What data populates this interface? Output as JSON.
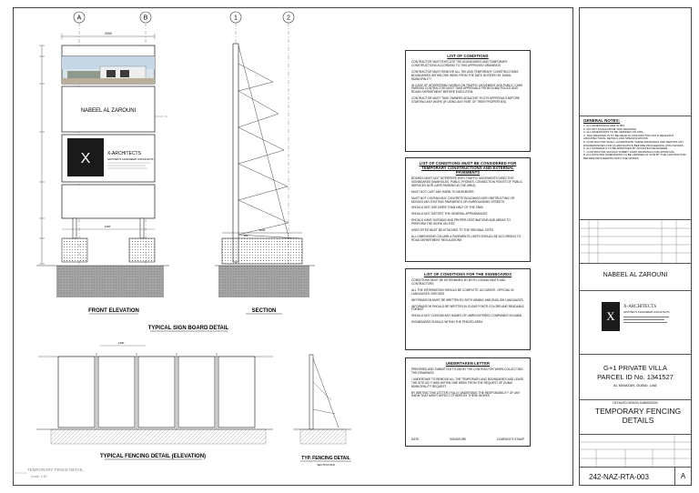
{
  "grid": {
    "a": "A",
    "b": "B",
    "n1": "1",
    "n2": "2"
  },
  "sign": {
    "owner": "NABEEL AL ZAROUNI",
    "brand": "X-ARCHITECTS",
    "brand_sub": "ARCHITECTS & ENGINEERS CONSULTANTS",
    "logo_letter": "X"
  },
  "labels": {
    "front_elevation": "FRONT  ELEVATION",
    "section": "SECTION",
    "typical_sign": "TYPICAL SIGN BOARD DETAIL",
    "fencing_elev": "TYPICAL FENCING DETAIL (ELEVATION)",
    "typ_fencing": "TYP. FENCING DETAIL",
    "section_ref": "SECTION B-B",
    "temp_fence": "TEMPORARY FENCE DETAIL",
    "scale": "Scale: 1:50"
  },
  "dims": {
    "d_top": "2000",
    "d_a": "1400",
    "d_b": "2000",
    "d_c": "500"
  },
  "boxes": {
    "conditions": {
      "title": "LIST OF CONDITIONS",
      "paras": [
        "CONTRACTOR MUST EXECUTE THE BOUNDARIES AND TEMPORARY CONSTRUCTIONS ACCORDING TO THIS APPROVED DRAWINGS",
        "CONTRACTOR MUST REMOVE ALL THE AND TEMPORARY CONSTRUCTIONS BOUNDARIES WITHIN ONE WEEK FROM THE DATE NOTIFIED BY DUBAI MUNICIPALITY",
        "IN CASE OF INTERFERING WORKS ON TRAFFIC MOVEMENT AND PUBLIC CARS PARKING CONTRACTOR MUST TAKE APPROVALS FROM DUBAI POLICE AND ROADS DEPARTMENT BEFORE EXECUTION",
        "CONTRACTOR MUST TAKE OWNERS ADJACENT PLOTS APPROVALS BEFORE STARTING ANY WORK (IF USING ANY PART OF THEIR PROPERTIES)"
      ]
    },
    "temporary": {
      "title": "LIST OF CONDITIONS MUST BE CONSIDERED FOR TEMPORARY CONSTRUCTIONS AND EXTERNAL PAVEMENTS",
      "paras": [
        "BOARDS MUST NOT INTERFERE WITH TRAFFIC MOVEMENTS DIRECTIVE SIGNBOARDS (MANHOLES, PUBLIC PHONES, CONNECTION POINTS OF PUBLIC SERVICES NOR CARS PARKING IN THE AREA)",
        "MUST NOT CAST ANY HARM TO NEIGHBORS",
        "MUST NOT CONTAIN ANY CONCRETE BUILDINGS NOR OBSTRUCTING OR MOVING ANY EXISTING PAVEMENTS OR SURROUNDING STREETS",
        "SHOULD NOT USE MORE THAN HALF OF THE SIWA",
        "SHOULD NOT DISTORT THE GENERAL APPEARANCES",
        "SHOULD HAVE SUITABLE AND PROPER DESTINATIONS AND AREAS TO PERFORM THE WORK ON SITE",
        "USED SITES MUST BE ATTACHED TO THE ORIGINAL SITES",
        "ALL DIMENSIONS COLUMN & PAVEMENTS LIMITS SHOULD BE ACCORDING TO ROAD DEPARTMENT REGULATIONS"
      ]
    },
    "signage": {
      "title": "LIST OF CONDITIONS FOR THE SIGNBOARDS",
      "paras": [
        "CONDITIONS MUST BE DETERMINED BY BOTH CONSULTANTS AND CONTRACTORS",
        "ALL THE INFORMATION SHOULD BE COMPLETE, ACCURATE, OFFICIAL IN LANGUAGES CHECKED",
        "INFORMATION MUST BE WRITTEN BY BOTH ARABIC AND ENGLISH LANGUAGES",
        "INFORMATION SHOULD BE WRITTEN IN CLEAR FONTS COLORS AND READABLE FORMAT",
        "SHOULD NOT CONTAIN ANY NAMES OF UNREGISTERED COMPANIES IN DUBAI",
        "SIGNBOARDS SHOULD WITHIN THE FENCED AREA"
      ]
    },
    "undertaking": {
      "title": "UNDERTAKEN LETTER",
      "paras": [
        "PREPARED AND SUBMITTED TO DM BY THE CONTRACTOR WHEN COLLECTING THE DRAWINGS",
        "I UNDERTAKE TO REMOVE ALL THE TEMPORARY AND BOUNDARIES AND LEAVE THE SITE AS IT WAS WITHIN ONE WEEK FROM THE REQUEST OF DUBAI MUNICIPALITY REQUEST",
        "BY WRITING THIS LETTER I FULLY UNDERTAKE THE RESPONSIBILITY OF ANY HARM THAT MIGHT AFFECT OTHERS BY THESE WORKS"
      ],
      "date": "DATE",
      "signature": "SIGNATURE",
      "stamp": "COMPANY'S STAMP"
    }
  },
  "titleblock": {
    "general_notes_title": "GENERAL NOTES:",
    "general_notes": [
      "1. ALL DIMENSIONS ARE IN MM.",
      "2. DO NOT SCALE FROM THIS DRAWING.",
      "3. ALL DIMENSIONS TO BE VERIFIED ON SITE.",
      "4. THIS DRAWING IS TO BE READ IN CONJUNCTION WITH RELEVANT ARCHITECTURAL DETAILS AND SPECIFICATIONS.",
      "5. CONTRACTOR SHALL COORDINATE THESE DRAWINGS AND REPORT ANY DISCREPANCIES FOR CLARIFICATION BEFORE PROCEEDING WITH WORKS.",
      "6. ALL MATERIALS TO BE APPROVED BY ARCHITECT/ENGINEER.",
      "7. CONTRACTOR SHOULD SUBMIT SHOP DRAWINGS FOR APPROVAL.",
      "8. ALL EXISTING DIMENSIONS TO BE VERIFIED AT SITE BY THE CONTRACTOR BEFORE PROCEEDING WITH THE WORKS."
    ],
    "client": "NABEEL AL ZAROUNI",
    "consultant": "X-ARCHITECTS",
    "consultant_sub": "ARCHITECTS & ENGINEERS CONSULTANTS",
    "project_line1": "G+1 PRIVATE VILLA",
    "project_line2": "PARCEL ID No. 1341527",
    "location": "AL MAMZAR, DUBAI, UAE",
    "stage": "DETAILED DESIGN SUBMISSION",
    "drawing_title": "TEMPORARY FENCING DETAILS",
    "drawing_no": "242-NAZ-RTA-003",
    "revision": "A"
  },
  "colors": {
    "line": "#333333",
    "ground": "#9a9a9a",
    "logo_bg": "#1a1a1a"
  }
}
